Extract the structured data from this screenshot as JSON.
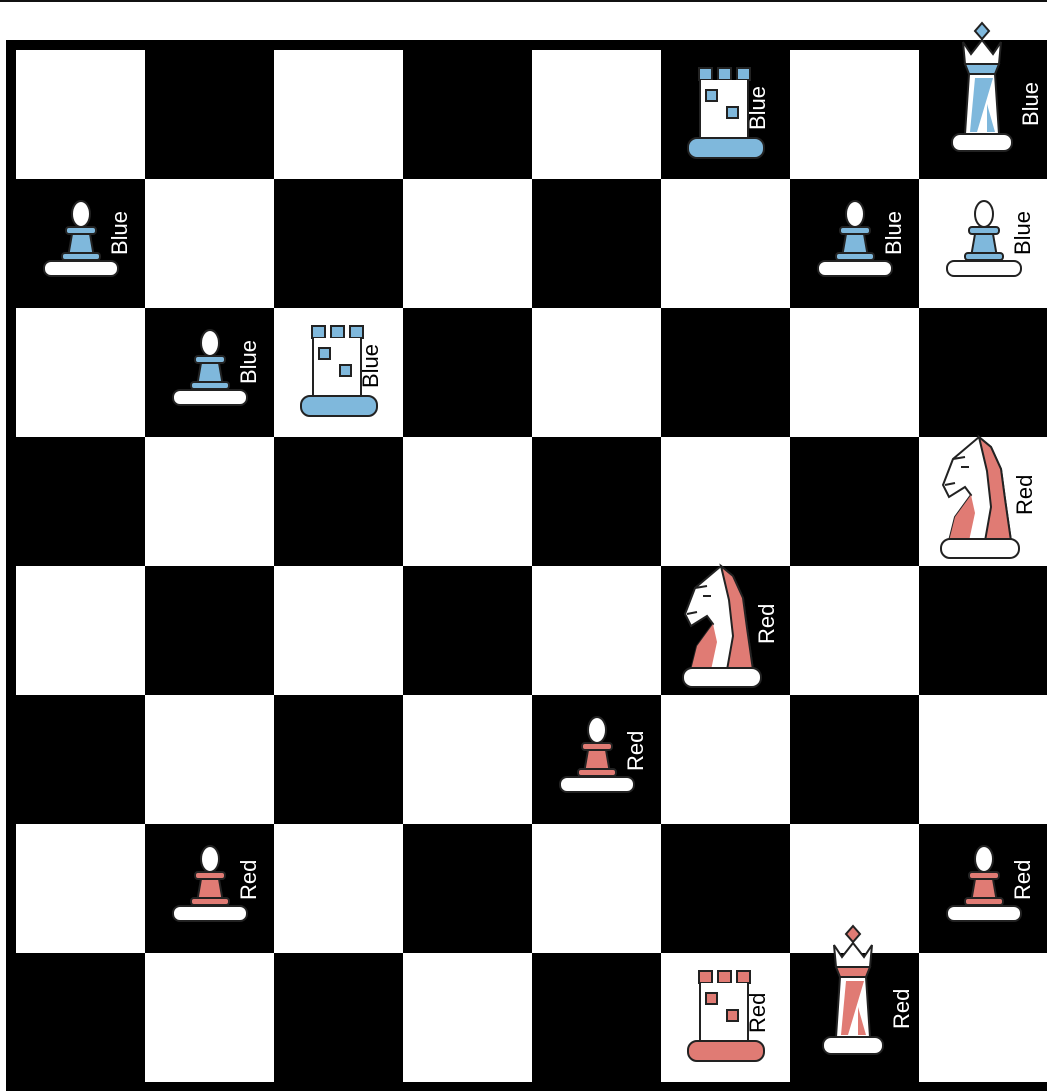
{
  "board": {
    "files": 8,
    "ranks": 8,
    "light_color": "#ffffff",
    "dark_color": "#000000"
  },
  "colors": {
    "blue": "#7fb8dc",
    "red": "#e07b74"
  },
  "pieces": [
    {
      "id": "blue-rook-1",
      "type": "rook",
      "side": "blue",
      "row": 0,
      "col": 5,
      "label": "Blue"
    },
    {
      "id": "blue-king",
      "type": "king",
      "side": "blue",
      "row": 0,
      "col": 7,
      "label": "Blue"
    },
    {
      "id": "blue-pawn-1",
      "type": "pawn",
      "side": "blue",
      "row": 1,
      "col": 0,
      "label": "Blue"
    },
    {
      "id": "blue-pawn-2",
      "type": "pawn",
      "side": "blue",
      "row": 1,
      "col": 6,
      "label": "Blue"
    },
    {
      "id": "blue-pawn-3",
      "type": "pawn",
      "side": "blue",
      "row": 1,
      "col": 7,
      "label": "Blue"
    },
    {
      "id": "blue-pawn-4",
      "type": "pawn",
      "side": "blue",
      "row": 2,
      "col": 1,
      "label": "Blue"
    },
    {
      "id": "blue-rook-2",
      "type": "rook",
      "side": "blue",
      "row": 2,
      "col": 2,
      "label": "Blue"
    },
    {
      "id": "red-knight-1",
      "type": "knight",
      "side": "red",
      "row": 3,
      "col": 7,
      "label": "Red"
    },
    {
      "id": "red-knight-2",
      "type": "knight",
      "side": "red",
      "row": 4,
      "col": 5,
      "label": "Red"
    },
    {
      "id": "red-pawn-1",
      "type": "pawn",
      "side": "red",
      "row": 5,
      "col": 4,
      "label": "Red"
    },
    {
      "id": "red-pawn-2",
      "type": "pawn",
      "side": "red",
      "row": 6,
      "col": 1,
      "label": "Red"
    },
    {
      "id": "red-pawn-3",
      "type": "pawn",
      "side": "red",
      "row": 6,
      "col": 7,
      "label": "Red"
    },
    {
      "id": "red-rook",
      "type": "rook",
      "side": "red",
      "row": 7,
      "col": 5,
      "label": "Red"
    },
    {
      "id": "red-king",
      "type": "king",
      "side": "red",
      "row": 7,
      "col": 6,
      "label": "Red"
    }
  ]
}
